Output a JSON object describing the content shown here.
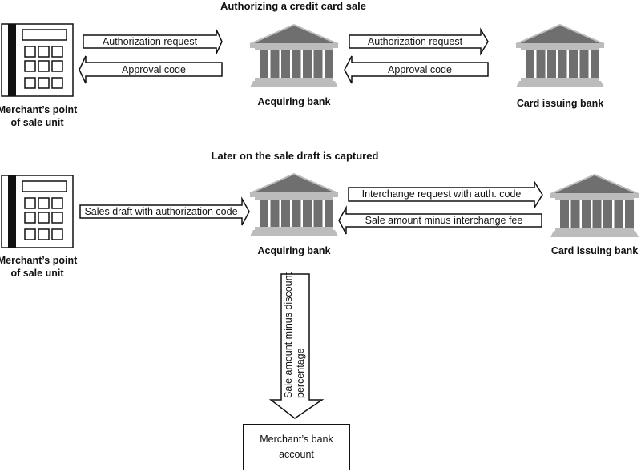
{
  "section1": {
    "heading": "Authorizing a credit card sale",
    "pos_label_line1": "Merchant’s point",
    "pos_label_line2": "of sale unit",
    "acquiring_bank_label": "Acquiring bank",
    "issuing_bank_label": "Card issuing bank",
    "arrows": [
      {
        "text": "Authorization request",
        "direction": "right"
      },
      {
        "text": "Approval code",
        "direction": "left"
      },
      {
        "text": "Authorization request",
        "direction": "right"
      },
      {
        "text": "Approval code",
        "direction": "left"
      }
    ]
  },
  "section2": {
    "heading": "Later on the sale draft is captured",
    "pos_label_line1": "Merchant’s point",
    "pos_label_line2": "of sale unit",
    "acquiring_bank_label": "Acquiring bank",
    "issuing_bank_label": "Card issuing bank",
    "arrows": [
      {
        "text": "Sales draft with authorization code",
        "direction": "right"
      },
      {
        "text": "Interchange request with auth. code",
        "direction": "right"
      },
      {
        "text": "Sale amount minus interchange fee",
        "direction": "left"
      }
    ],
    "down_arrow": {
      "line1": "Sale amount minus discount",
      "line2": "percentage",
      "direction": "down"
    },
    "merchant_bank_box": {
      "line1": "Merchant’s bank",
      "line2": "account"
    }
  },
  "colors": {
    "bank_dark": "#6f6f6f",
    "bank_light": "#bcbcbc",
    "outline": "#111111"
  }
}
